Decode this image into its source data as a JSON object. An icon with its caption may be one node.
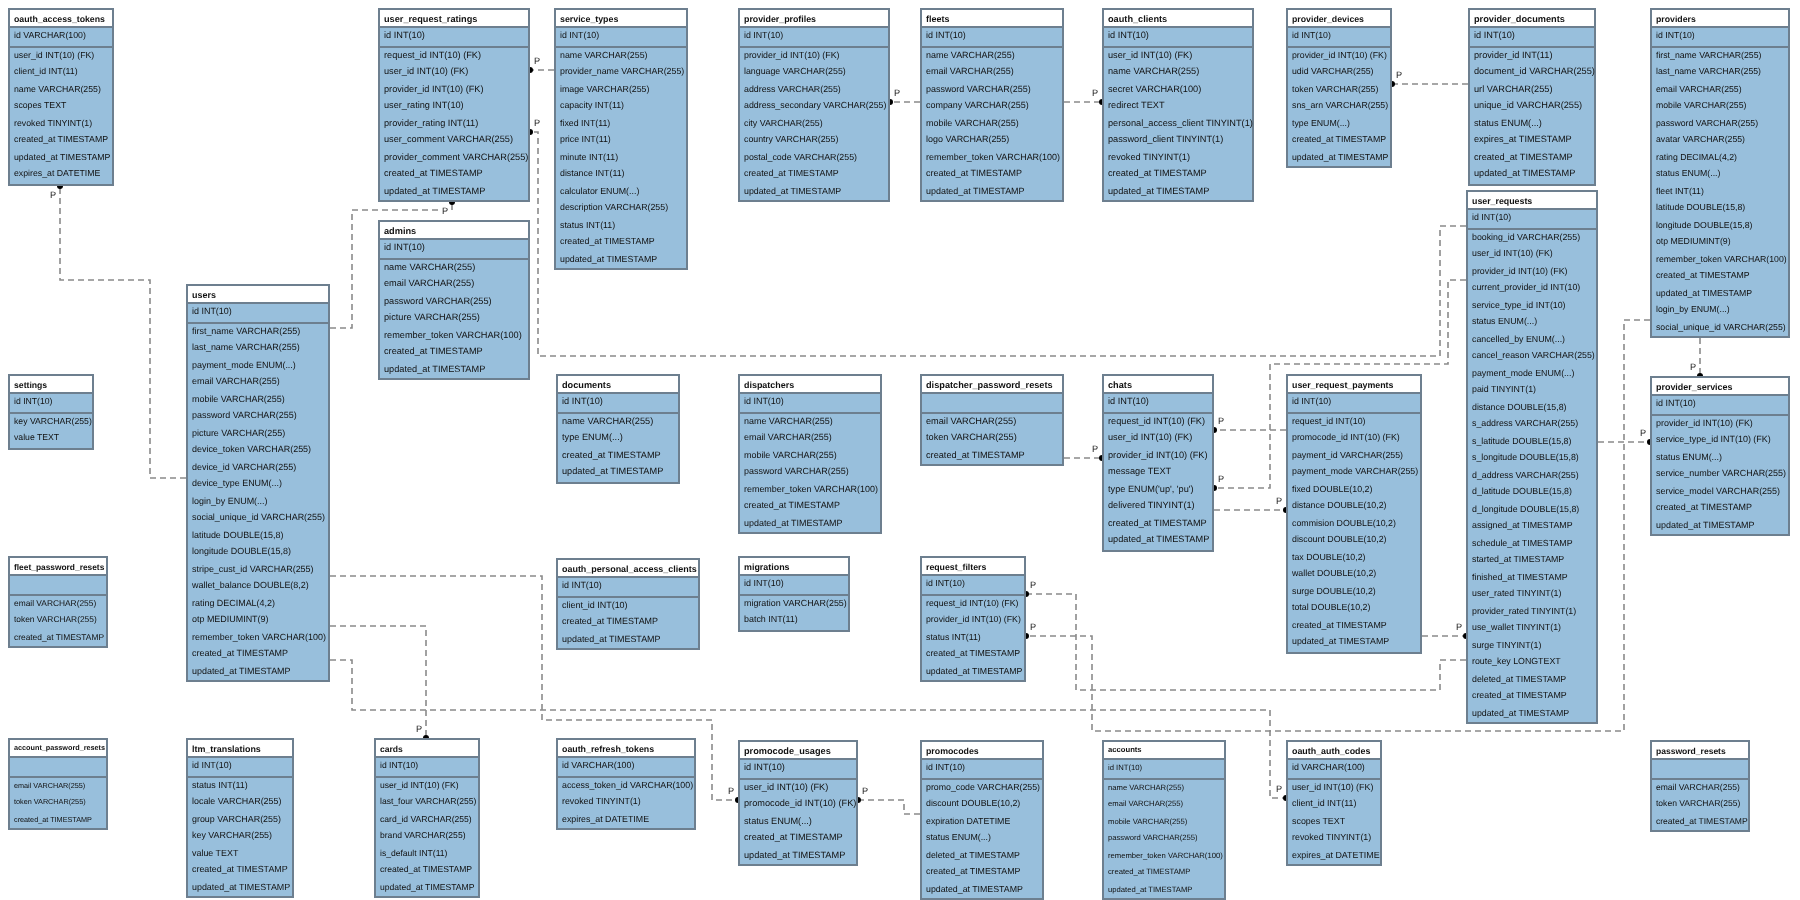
{
  "diagram": {
    "nodes": [
      {
        "text": [
          "oauth_access_tokens",
          "id VARCHAR(100)",
          "user_id INT(10) (FK)",
          "client_id INT(11)",
          "name VARCHAR(255)",
          "scopes TEXT",
          "revoked TINYINT(1)",
          "created_at TIMESTAMP",
          "updated_at TIMESTAMP",
          "expires_at DATETIME"
        ]
      },
      {
        "text": [
          "user_request_ratings",
          "id INT(10)",
          "request_id INT(10) (FK)",
          "user_id INT(10) (FK)",
          "provider_id INT(10) (FK)",
          "user_rating INT(10)",
          "provider_rating INT(11)",
          "user_comment VARCHAR(255)",
          "provider_comment VARCHAR(255)",
          "created_at TIMESTAMP",
          "updated_at TIMESTAMP"
        ]
      },
      {
        "text": [
          "service_types",
          "id INT(10)",
          "name VARCHAR(255)",
          "provider_name VARCHAR(255)",
          "image VARCHAR(255)",
          "capacity INT(11)",
          "fixed INT(11)",
          "price INT(11)",
          "minute INT(11)",
          "distance INT(11)",
          "calculator ENUM(...)",
          "description VARCHAR(255)",
          "status INT(11)",
          "created_at TIMESTAMP",
          "updated_at TIMESTAMP"
        ]
      },
      {
        "text": [
          "provider_profiles",
          "id INT(10)",
          "provider_id INT(10) (FK)",
          "language VARCHAR(255)",
          "address VARCHAR(255)",
          "address_secondary VARCHAR(255)",
          "city VARCHAR(255)",
          "country VARCHAR(255)",
          "postal_code VARCHAR(255)",
          "created_at TIMESTAMP",
          "updated_at TIMESTAMP"
        ]
      },
      {
        "text": [
          "fleets",
          "id INT(10)",
          "name VARCHAR(255)",
          "email VARCHAR(255)",
          "password VARCHAR(255)",
          "company VARCHAR(255)",
          "mobile VARCHAR(255)",
          "logo VARCHAR(255)",
          "remember_token VARCHAR(100)",
          "created_at TIMESTAMP",
          "updated_at TIMESTAMP"
        ]
      },
      {
        "text": [
          "oauth_clients",
          "id INT(10)",
          "user_id INT(10) (FK)",
          "name VARCHAR(255)",
          "secret VARCHAR(100)",
          "redirect TEXT",
          "personal_access_client TINYINT(1)",
          "password_client TINYINT(1)",
          "revoked TINYINT(1)",
          "created_at TIMESTAMP",
          "updated_at TIMESTAMP"
        ]
      },
      {
        "text": [
          "provider_devices",
          "id INT(10)",
          "provider_id INT(10) (FK)",
          "udid VARCHAR(255)",
          "token VARCHAR(255)",
          "sns_arn VARCHAR(255)",
          "type ENUM(...)",
          "created_at TIMESTAMP",
          "updated_at TIMESTAMP"
        ]
      },
      {
        "text": [
          "provider_documents",
          "id INT(10)",
          "provider_id INT(11)",
          "document_id VARCHAR(255)",
          "url VARCHAR(255)",
          "unique_id VARCHAR(255)",
          "status ENUM(...)",
          "expires_at TIMESTAMP",
          "created_at TIMESTAMP",
          "updated_at TIMESTAMP"
        ]
      },
      {
        "text": [
          "providers",
          "id INT(10)",
          "first_name VARCHAR(255)",
          "last_name VARCHAR(255)",
          "email VARCHAR(255)",
          "mobile VARCHAR(255)",
          "password VARCHAR(255)",
          "avatar VARCHAR(255)",
          "rating DECIMAL(4,2)",
          "status ENUM(...)",
          "fleet INT(11)",
          "latitude DOUBLE(15,8)",
          "longitude DOUBLE(15,8)",
          "otp MEDIUMINT(9)",
          "remember_token VARCHAR(100)",
          "created_at TIMESTAMP",
          "updated_at TIMESTAMP",
          "login_by ENUM(...)",
          "social_unique_id VARCHAR(255)"
        ]
      },
      {
        "text": [
          "admins",
          "id INT(10)",
          "name VARCHAR(255)",
          "email VARCHAR(255)",
          "password VARCHAR(255)",
          "picture VARCHAR(255)",
          "remember_token VARCHAR(100)",
          "created_at TIMESTAMP",
          "updated_at TIMESTAMP"
        ]
      },
      {
        "text": [
          "users",
          "id INT(10)",
          "first_name VARCHAR(255)",
          "last_name VARCHAR(255)",
          "payment_mode ENUM(...)",
          "email VARCHAR(255)",
          "mobile VARCHAR(255)",
          "password VARCHAR(255)",
          "picture VARCHAR(255)",
          "device_token VARCHAR(255)",
          "device_id VARCHAR(255)",
          "device_type ENUM(...)",
          "login_by ENUM(...)",
          "social_unique_id VARCHAR(255)",
          "latitude DOUBLE(15,8)",
          "longitude DOUBLE(15,8)",
          "stripe_cust_id VARCHAR(255)",
          "wallet_balance DOUBLE(8,2)",
          "rating DECIMAL(4,2)",
          "otp MEDIUMINT(9)",
          "remember_token VARCHAR(100)",
          "created_at TIMESTAMP",
          "updated_at TIMESTAMP"
        ]
      },
      {
        "text": [
          "settings",
          "id INT(10)",
          "key VARCHAR(255)",
          "value TEXT"
        ]
      },
      {
        "text": [
          "user_requests",
          "id INT(10)",
          "booking_id VARCHAR(255)",
          "user_id INT(10) (FK)",
          "provider_id INT(10) (FK)",
          "current_provider_id INT(10)",
          "service_type_id INT(10)",
          "status ENUM(...)",
          "cancelled_by ENUM(...)",
          "cancel_reason VARCHAR(255)",
          "payment_mode ENUM(...)",
          "paid TINYINT(1)",
          "distance DOUBLE(15,8)",
          "s_address VARCHAR(255)",
          "s_latitude DOUBLE(15,8)",
          "s_longitude DOUBLE(15,8)",
          "d_address VARCHAR(255)",
          "d_latitude DOUBLE(15,8)",
          "d_longitude DOUBLE(15,8)",
          "assigned_at TIMESTAMP",
          "schedule_at TIMESTAMP",
          "started_at TIMESTAMP",
          "finished_at TIMESTAMP",
          "user_rated TINYINT(1)",
          "provider_rated TINYINT(1)",
          "use_wallet TINYINT(1)",
          "surge TINYINT(1)",
          "route_key LONGTEXT",
          "deleted_at TIMESTAMP",
          "created_at TIMESTAMP",
          "updated_at TIMESTAMP"
        ]
      },
      {
        "text": [
          "provider_services",
          "id INT(10)",
          "provider_id INT(10) (FK)",
          "service_type_id INT(10) (FK)",
          "status ENUM(...)",
          "service_number VARCHAR(255)",
          "service_model VARCHAR(255)",
          "created_at TIMESTAMP",
          "updated_at TIMESTAMP"
        ]
      },
      {
        "text": [
          "documents",
          "id INT(10)",
          "name VARCHAR(255)",
          "type ENUM(...)",
          "created_at TIMESTAMP",
          "updated_at TIMESTAMP"
        ]
      },
      {
        "text": [
          "dispatchers",
          "id INT(10)",
          "name VARCHAR(255)",
          "email VARCHAR(255)",
          "mobile VARCHAR(255)",
          "password VARCHAR(255)",
          "remember_token VARCHAR(100)",
          "created_at TIMESTAMP",
          "updated_at TIMESTAMP"
        ]
      },
      {
        "text": [
          "dispatcher_password_resets",
          "email VARCHAR(255)",
          "token VARCHAR(255)",
          "created_at TIMESTAMP"
        ]
      },
      {
        "text": [
          "chats",
          "id INT(10)",
          "request_id INT(10) (FK)",
          "user_id INT(10) (FK)",
          "provider_id INT(10) (FK)",
          "message TEXT",
          "type ENUM('up', 'pu')",
          "delivered TINYINT(1)",
          "created_at TIMESTAMP",
          "updated_at TIMESTAMP"
        ]
      },
      {
        "text": [
          "user_request_payments",
          "id INT(10)",
          "request_id INT(10)",
          "promocode_id INT(10) (FK)",
          "payment_id VARCHAR(255)",
          "payment_mode VARCHAR(255)",
          "fixed DOUBLE(10,2)",
          "distance DOUBLE(10,2)",
          "commision DOUBLE(10,2)",
          "discount DOUBLE(10,2)",
          "tax DOUBLE(10,2)",
          "wallet DOUBLE(10,2)",
          "surge DOUBLE(10,2)",
          "total DOUBLE(10,2)",
          "created_at TIMESTAMP",
          "updated_at TIMESTAMP"
        ]
      },
      {
        "text": [
          "fleet_password_resets",
          "email VARCHAR(255)",
          "token VARCHAR(255)",
          "created_at TIMESTAMP"
        ]
      },
      {
        "text": [
          "oauth_personal_access_clients",
          "id INT(10)",
          "client_id INT(10)",
          "created_at TIMESTAMP",
          "updated_at TIMESTAMP"
        ]
      },
      {
        "text": [
          "migrations",
          "id INT(10)",
          "migration VARCHAR(255)",
          "batch INT(11)"
        ]
      },
      {
        "text": [
          "request_filters",
          "id INT(10)",
          "request_id INT(10) (FK)",
          "provider_id INT(10) (FK)",
          "status INT(11)",
          "created_at TIMESTAMP",
          "updated_at TIMESTAMP"
        ]
      },
      {
        "text": [
          "account_password_resets",
          "email VARCHAR(255)",
          "token VARCHAR(255)",
          "created_at TIMESTAMP"
        ]
      },
      {
        "text": [
          "ltm_translations",
          "id INT(10)",
          "status INT(11)",
          "locale VARCHAR(255)",
          "group VARCHAR(255)",
          "key VARCHAR(255)",
          "value TEXT",
          "created_at TIMESTAMP",
          "updated_at TIMESTAMP"
        ]
      },
      {
        "text": [
          "cards",
          "id INT(10)",
          "user_id INT(10) (FK)",
          "last_four VARCHAR(255)",
          "card_id VARCHAR(255)",
          "brand VARCHAR(255)",
          "is_default INT(11)",
          "created_at TIMESTAMP",
          "updated_at TIMESTAMP"
        ]
      },
      {
        "text": [
          "oauth_refresh_tokens",
          "id VARCHAR(100)",
          "access_token_id VARCHAR(100)",
          "revoked TINYINT(1)",
          "expires_at DATETIME"
        ]
      },
      {
        "text": [
          "promocode_usages",
          "id INT(10)",
          "user_id INT(10) (FK)",
          "promocode_id INT(10) (FK)",
          "status ENUM(...)",
          "created_at TIMESTAMP",
          "updated_at TIMESTAMP"
        ]
      },
      {
        "text": [
          "promocodes",
          "id INT(10)",
          "promo_code VARCHAR(255)",
          "discount DOUBLE(10,2)",
          "expiration DATETIME",
          "status ENUM(...)",
          "deleted_at TIMESTAMP",
          "created_at TIMESTAMP",
          "updated_at TIMESTAMP"
        ]
      },
      {
        "text": [
          "accounts",
          "id INT(10)",
          "name VARCHAR(255)",
          "email VARCHAR(255)",
          "mobile VARCHAR(255)",
          "password VARCHAR(255)",
          "remember_token VARCHAR(100)",
          "created_at TIMESTAMP",
          "updated_at TIMESTAMP"
        ]
      },
      {
        "text": [
          "oauth_auth_codes",
          "id VARCHAR(100)",
          "user_id INT(10) (FK)",
          "client_id INT(11)",
          "scopes TEXT",
          "revoked TINYINT(1)",
          "expires_at DATETIME"
        ]
      },
      {
        "text": [
          "password_resets",
          "email VARCHAR(255)",
          "token VARCHAR(255)",
          "created_at TIMESTAMP"
        ]
      }
    ],
    "edges": [
      {
        "from": 10,
        "to": 0,
        "arrow": "other",
        "label": "P"
      },
      {
        "from": 2,
        "to": 1,
        "arrow": "other",
        "label": "P"
      },
      {
        "from": 12,
        "to": 1,
        "arrow": "other",
        "label": "P"
      },
      {
        "from": 10,
        "to": 1,
        "arrow": "other",
        "label": "P"
      },
      {
        "from": 4,
        "to": 3,
        "arrow": "other",
        "label": "P"
      },
      {
        "from": 4,
        "to": 5,
        "arrow": "other",
        "label": "P"
      },
      {
        "from": 7,
        "to": 6,
        "arrow": "other",
        "label": "P"
      },
      {
        "from": 8,
        "to": 13,
        "arrow": "other",
        "label": "P"
      },
      {
        "from": 12,
        "to": 13,
        "arrow": "other",
        "label": "P"
      },
      {
        "from": 18,
        "to": 17,
        "arrow": "other",
        "label": "P"
      },
      {
        "from": 16,
        "to": 17,
        "arrow": "other",
        "label": "P"
      },
      {
        "from": 12,
        "to": 17,
        "arrow": "other",
        "label": "P"
      },
      {
        "from": 17,
        "to": 18,
        "arrow": "other",
        "label": "P"
      },
      {
        "from": 18,
        "to": 12,
        "arrow": "other",
        "label": "P"
      },
      {
        "from": 12,
        "to": 22,
        "arrow": "other",
        "label": "P"
      },
      {
        "from": 8,
        "to": 22,
        "arrow": "other",
        "label": "P"
      },
      {
        "from": 10,
        "to": 25,
        "arrow": "other",
        "label": "P"
      },
      {
        "from": 10,
        "to": 27,
        "arrow": "other",
        "label": "P"
      },
      {
        "from": 28,
        "to": 27,
        "arrow": "other",
        "label": "P"
      },
      {
        "from": 10,
        "to": 30,
        "arrow": "other",
        "label": "P"
      }
    ]
  }
}
